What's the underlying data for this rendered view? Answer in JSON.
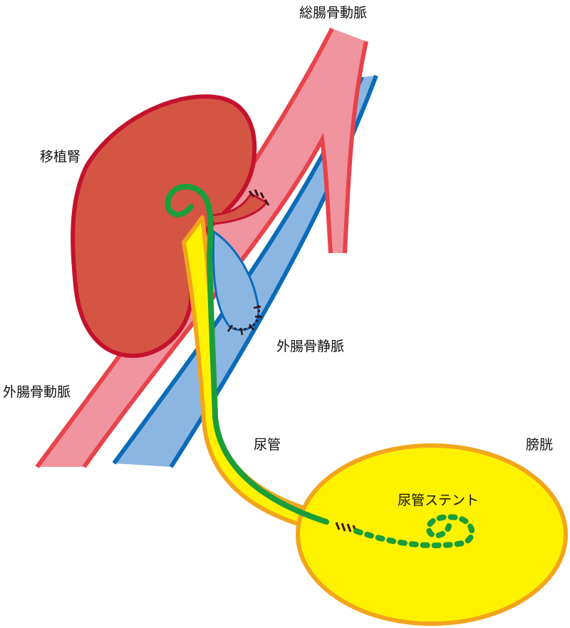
{
  "labels": {
    "common_iliac_artery": "総腸骨動脈",
    "graft_kidney": "移植腎",
    "external_iliac_artery": "外腸骨動脈",
    "external_iliac_vein": "外腸骨静脈",
    "ureter": "尿管",
    "bladder": "膀胱",
    "ureteral_stent": "尿管ステント"
  },
  "colors": {
    "artery_fill": "#f0949f",
    "artery_edge": "#e8424a",
    "vein_fill": "#8cb6e2",
    "vein_edge": "#0a6bb8",
    "kidney_fill": "#d45543",
    "kidney_edge": "#c4122d",
    "ureter_fill": "#fff200",
    "ureter_edge": "#f2a51c",
    "stent": "#1a9d3a",
    "suture": "#3a1515"
  }
}
